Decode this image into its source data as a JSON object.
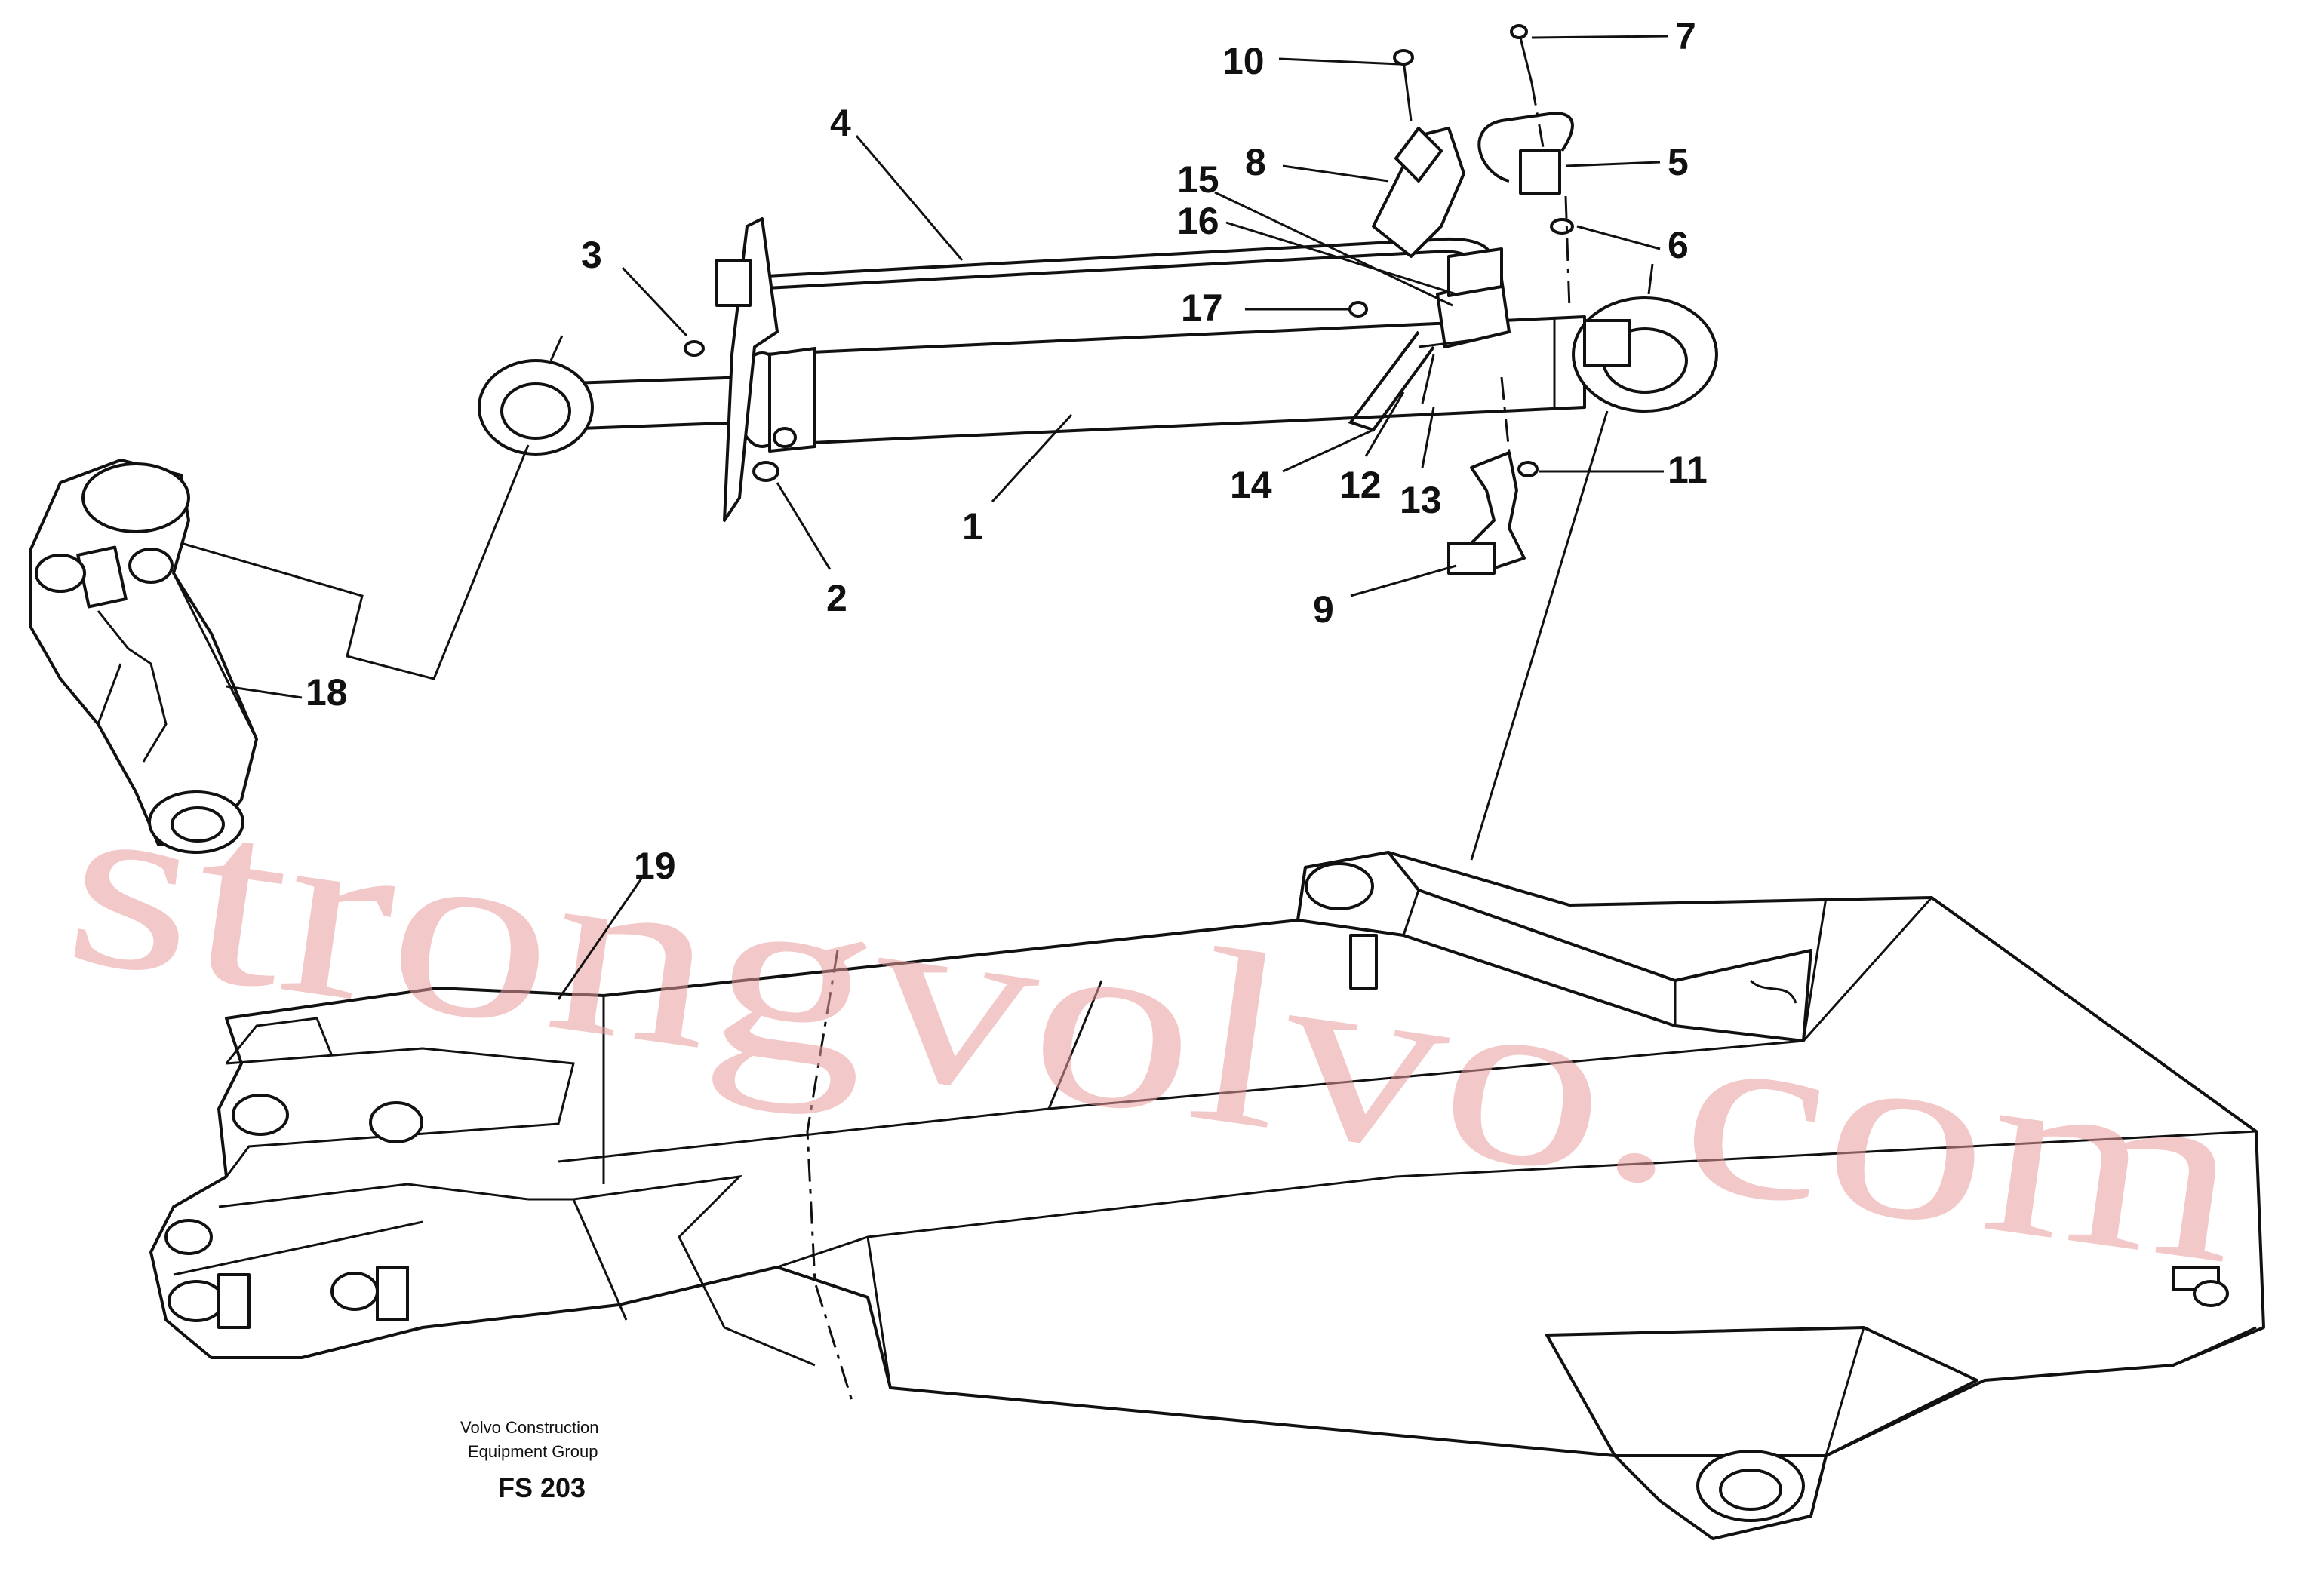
{
  "diagram": {
    "callouts": [
      {
        "id": "c1",
        "label": "1"
      },
      {
        "id": "c2",
        "label": "2"
      },
      {
        "id": "c3",
        "label": "3"
      },
      {
        "id": "c4",
        "label": "4"
      },
      {
        "id": "c5",
        "label": "5"
      },
      {
        "id": "c6",
        "label": "6"
      },
      {
        "id": "c7",
        "label": "7"
      },
      {
        "id": "c8",
        "label": "8"
      },
      {
        "id": "c9",
        "label": "9"
      },
      {
        "id": "c10",
        "label": "10"
      },
      {
        "id": "c11",
        "label": "11"
      },
      {
        "id": "c12",
        "label": "12"
      },
      {
        "id": "c13",
        "label": "13"
      },
      {
        "id": "c14",
        "label": "14"
      },
      {
        "id": "c15",
        "label": "15"
      },
      {
        "id": "c16",
        "label": "16"
      },
      {
        "id": "c17",
        "label": "17"
      },
      {
        "id": "c18",
        "label": "18"
      },
      {
        "id": "c19",
        "label": "19"
      }
    ],
    "caption_line1": "Volvo Construction",
    "caption_line2": "Equipment Group",
    "figure_code": "FS 203",
    "watermark": "strongvolvo.com"
  },
  "colors": {
    "ink": "#111111",
    "watermark": "#e89a9a",
    "background": "#ffffff"
  }
}
